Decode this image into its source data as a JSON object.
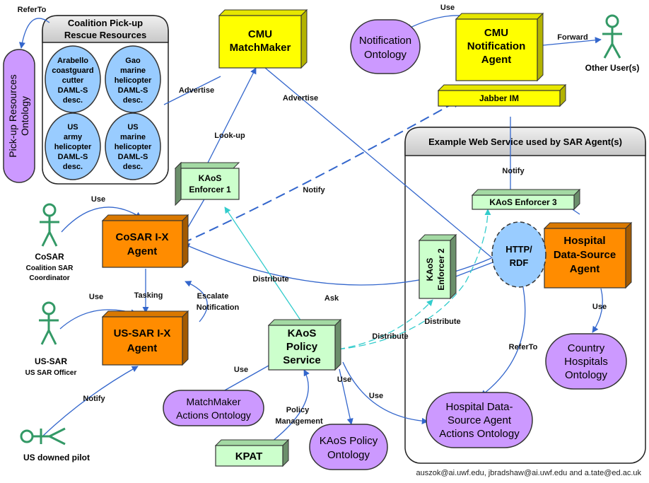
{
  "colors": {
    "yellow": "#ffff00",
    "orange": "#ff8c00",
    "lightgreen": "#ccffcc",
    "purple": "#cc99ff",
    "blue": "#99ccff",
    "arrow": "#3366cc",
    "cyan": "#33cccc",
    "actor": "#339966"
  },
  "containers": {
    "coalition": {
      "title_line1": "Coalition Pick-up",
      "title_line2": "Rescue Resources"
    },
    "webservice": {
      "title": "Example Web Service used by SAR Agent(s)"
    }
  },
  "resources": [
    {
      "lines": [
        "Arabello",
        "coastguard",
        "cutter",
        "DAML-S",
        "desc."
      ]
    },
    {
      "lines": [
        "Gao",
        "marine",
        "helicopter",
        "DAML-S",
        "desc."
      ]
    },
    {
      "lines": [
        "US",
        "army",
        "helicopter",
        "DAML-S",
        "desc."
      ]
    },
    {
      "lines": [
        "US",
        "marine",
        "helicopter",
        "DAML-S",
        "desc."
      ]
    }
  ],
  "boxes": {
    "cmu_matchmaker": {
      "line1": "CMU",
      "line2": "MatchMaker"
    },
    "cmu_notification": {
      "line1": "CMU",
      "line2": "Notification",
      "line3": "Agent"
    },
    "jabber": {
      "label": "Jabber IM"
    },
    "kaos_enforcer1": {
      "line1": "KAoS",
      "line2": "Enforcer 1"
    },
    "kaos_enforcer2": {
      "line1": "KAoS",
      "line2": "Enforcer 2"
    },
    "kaos_enforcer3": {
      "label": "KAoS Enforcer 3"
    },
    "cosar_agent": {
      "line1": "CoSAR I-X",
      "line2": "Agent"
    },
    "ussar_agent": {
      "line1": "US-SAR I-X",
      "line2": "Agent"
    },
    "kaos_policy_service": {
      "line1": "KAoS",
      "line2": "Policy",
      "line3": "Service"
    },
    "kpat": {
      "label": "KPAT"
    },
    "hospital_agent": {
      "line1": "Hospital",
      "line2": "Data-Source",
      "line3": "Agent"
    }
  },
  "ontologies": {
    "notification": {
      "line1": "Notification",
      "line2": "Ontology"
    },
    "pickup": {
      "line1": "Pick-up Resources",
      "line2": "Ontology"
    },
    "matchmaker_actions": {
      "line1": "MatchMaker",
      "line2": "Actions Ontology"
    },
    "kaos_policy": {
      "line1": "KAoS Policy",
      "line2": "Ontology"
    },
    "hospital_actions": {
      "line1": "Hospital Data-",
      "line2": "Source Agent",
      "line3": "Actions Ontology"
    },
    "country_hospitals": {
      "line1": "Country",
      "line2": "Hospitals",
      "line3": "Ontology"
    }
  },
  "http_rdf": {
    "line1": "HTTP/",
    "line2": "RDF"
  },
  "actors": {
    "cosar": {
      "name": "CoSAR",
      "line1": "Coalition SAR",
      "line2": "Coordinator"
    },
    "ussar": {
      "name": "US-SAR",
      "line1": "US SAR Officer"
    },
    "pilot": {
      "name": "US downed pilot"
    },
    "other_users": {
      "name": "Other User(s)"
    }
  },
  "edge_labels": {
    "refer_to_top": "ReferTo",
    "use_notification": "Use",
    "forward": "Forward",
    "advertise_left": "Advertise",
    "advertise_right": "Advertise",
    "look_up": "Look-up",
    "notify_web": "Notify",
    "notify_cosar": "Notify",
    "use_cosar": "Use",
    "tasking": "Tasking",
    "escalate_line1": "Escalate",
    "escalate_line2": "Notification",
    "use_ussar": "Use",
    "distribute_mid": "Distribute",
    "ask": "Ask",
    "distribute_e2": "Distribute",
    "distribute_e3": "Distribute",
    "refer_to_hospital": "ReferTo",
    "use_hospital": "Use",
    "use_mm": "Use",
    "use_kaos": "Use",
    "use_hda": "Use",
    "notify_pilot": "Notify",
    "policy_mgmt_line1": "Policy",
    "policy_mgmt_line2": "Management"
  },
  "footer": "auszok@ai.uwf.edu, jbradshaw@ai.uwf.edu and a.tate@ed.ac.uk"
}
